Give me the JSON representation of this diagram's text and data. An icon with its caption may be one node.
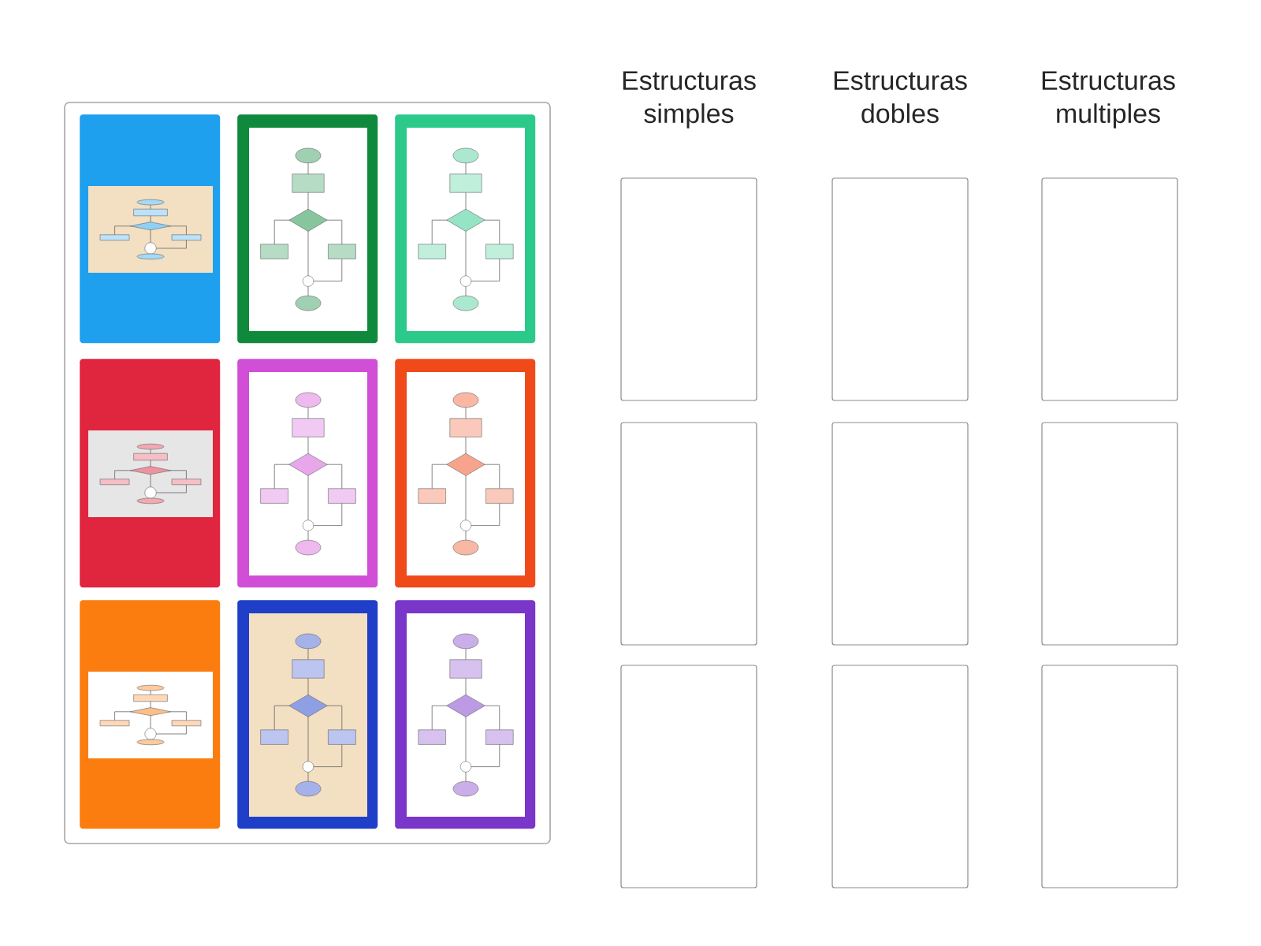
{
  "diagram": {
    "nodes": [
      {
        "text": [],
        "shape": "box"
      },
      {
        "text": [],
        "shape": "picture",
        "in": 0
      },
      {
        "text": [],
        "shape": "picture",
        "in": 0
      },
      {
        "text": [],
        "shape": "picture",
        "in": 0
      },
      {
        "text": [],
        "shape": "picture",
        "in": 0
      },
      {
        "text": [],
        "shape": "picture",
        "in": 0
      },
      {
        "text": [],
        "shape": "picture",
        "in": 0
      },
      {
        "text": [],
        "shape": "picture",
        "in": 0
      },
      {
        "text": [],
        "shape": "picture",
        "in": 0
      },
      {
        "text": [],
        "shape": "picture",
        "in": 0
      },
      {
        "text": [],
        "shape": "box"
      },
      {
        "text": [],
        "shape": "box"
      },
      {
        "text": [],
        "shape": "box"
      },
      {
        "text": [],
        "shape": "box"
      },
      {
        "text": [],
        "shape": "box"
      },
      {
        "text": [],
        "shape": "box"
      },
      {
        "text": [],
        "shape": "box"
      },
      {
        "text": [],
        "shape": "box"
      },
      {
        "text": [],
        "shape": "box"
      }
    ],
    "labels": [
      "Estructuras simples",
      "Estructuras dobles",
      "Estructuras multiples"
    ]
  }
}
